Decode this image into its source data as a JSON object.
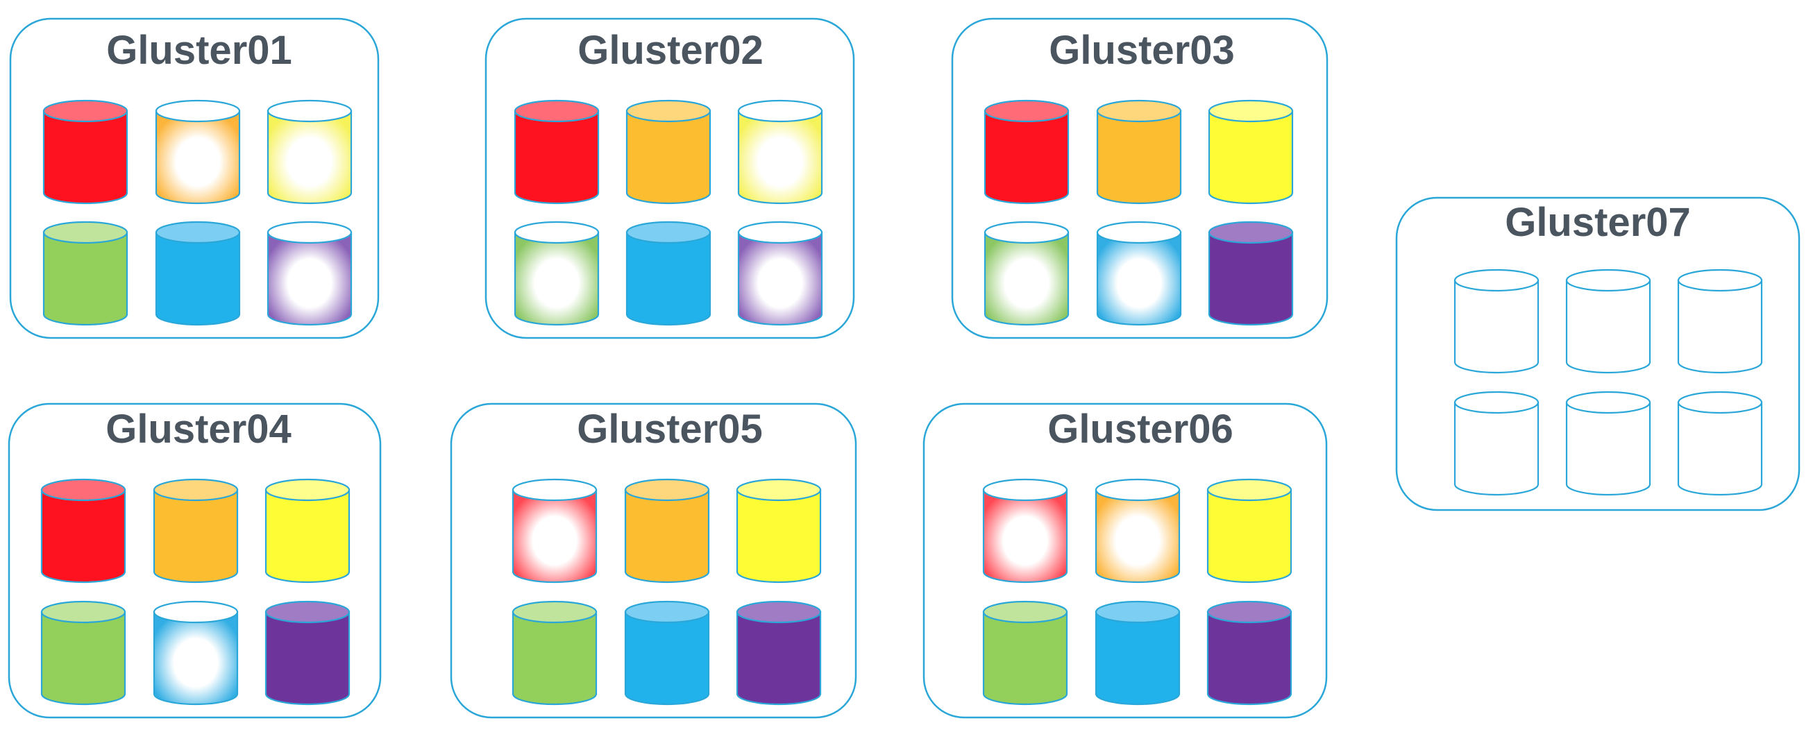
{
  "palette": {
    "red": {
      "fill": "#fe1220",
      "top": "#ff6b77",
      "glow": "#ff4a55"
    },
    "orange": {
      "fill": "#fcbd30",
      "top": "#fed77d",
      "glow": "#fcb43a"
    },
    "yellow": {
      "fill": "#fdfc35",
      "top": "#fefe8c",
      "glow": "#f6f25a"
    },
    "green": {
      "fill": "#92cf5b",
      "top": "#c0e49c",
      "glow": "#8cc764"
    },
    "blue": {
      "fill": "#21b2eb",
      "top": "#7ccff3",
      "glow": "#32aee4"
    },
    "purple": {
      "fill": "#6d349c",
      "top": "#9f7cc4",
      "glow": "#8a62b8"
    },
    "outline": "#2aa7d8",
    "title_text": "#4a5560"
  },
  "nodes": [
    {
      "id": "g01",
      "title": "Gluster01",
      "disks": [
        {
          "color": "red",
          "state": "filled"
        },
        {
          "color": "orange",
          "state": "faded"
        },
        {
          "color": "yellow",
          "state": "faded"
        },
        {
          "color": "green",
          "state": "filled"
        },
        {
          "color": "blue",
          "state": "filled"
        },
        {
          "color": "purple",
          "state": "faded"
        }
      ]
    },
    {
      "id": "g02",
      "title": "Gluster02",
      "disks": [
        {
          "color": "red",
          "state": "filled"
        },
        {
          "color": "orange",
          "state": "filled"
        },
        {
          "color": "yellow",
          "state": "faded"
        },
        {
          "color": "green",
          "state": "faded"
        },
        {
          "color": "blue",
          "state": "filled"
        },
        {
          "color": "purple",
          "state": "faded"
        }
      ]
    },
    {
      "id": "g03",
      "title": "Gluster03",
      "disks": [
        {
          "color": "red",
          "state": "filled"
        },
        {
          "color": "orange",
          "state": "filled"
        },
        {
          "color": "yellow",
          "state": "filled"
        },
        {
          "color": "green",
          "state": "faded"
        },
        {
          "color": "blue",
          "state": "faded"
        },
        {
          "color": "purple",
          "state": "filled"
        }
      ]
    },
    {
      "id": "g04",
      "title": "Gluster04",
      "disks": [
        {
          "color": "red",
          "state": "filled"
        },
        {
          "color": "orange",
          "state": "filled"
        },
        {
          "color": "yellow",
          "state": "filled"
        },
        {
          "color": "green",
          "state": "filled"
        },
        {
          "color": "blue",
          "state": "faded"
        },
        {
          "color": "purple",
          "state": "filled"
        }
      ]
    },
    {
      "id": "g05",
      "title": "Gluster05",
      "disks": [
        {
          "color": "red",
          "state": "faded"
        },
        {
          "color": "orange",
          "state": "filled"
        },
        {
          "color": "yellow",
          "state": "filled"
        },
        {
          "color": "green",
          "state": "filled"
        },
        {
          "color": "blue",
          "state": "filled"
        },
        {
          "color": "purple",
          "state": "filled"
        }
      ]
    },
    {
      "id": "g06",
      "title": "Gluster06",
      "disks": [
        {
          "color": "red",
          "state": "faded"
        },
        {
          "color": "orange",
          "state": "faded"
        },
        {
          "color": "yellow",
          "state": "filled"
        },
        {
          "color": "green",
          "state": "filled"
        },
        {
          "color": "blue",
          "state": "filled"
        },
        {
          "color": "purple",
          "state": "filled"
        }
      ]
    },
    {
      "id": "g07",
      "title": "Gluster07",
      "disks": [
        {
          "color": "none",
          "state": "empty"
        },
        {
          "color": "none",
          "state": "empty"
        },
        {
          "color": "none",
          "state": "empty"
        },
        {
          "color": "none",
          "state": "empty"
        },
        {
          "color": "none",
          "state": "empty"
        },
        {
          "color": "none",
          "state": "empty"
        }
      ]
    }
  ]
}
